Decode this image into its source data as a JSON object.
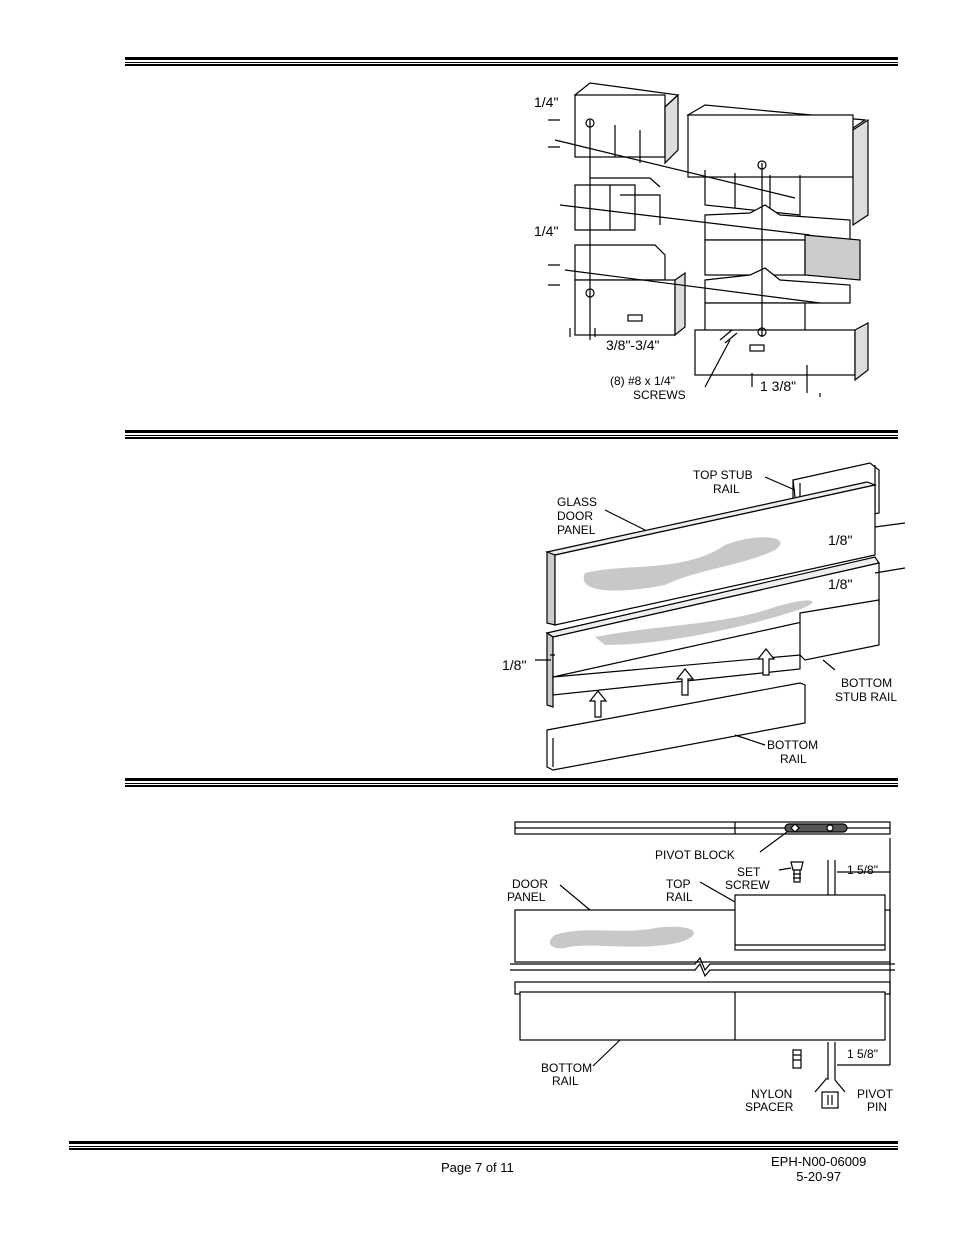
{
  "figure1": {
    "dim_quarter_top": "1/4\"",
    "dim_quarter_mid": "1/4\"",
    "dim_range": "3/8\"-3/4\"",
    "dim_one_three_eighths": "1 3/8\"",
    "screws_line1": "(8) #8 x 1/4\"",
    "screws_line2": "SCREWS"
  },
  "figure2": {
    "top_stub_rail_l1": "TOP STUB",
    "top_stub_rail_l2": "RAIL",
    "glass_l1": "GLASS",
    "glass_l2": "DOOR",
    "glass_l3": "PANEL",
    "dim_a": "1/8\"",
    "dim_b": "1/8\"",
    "dim_c": "1/8\"",
    "bottom_stub_rail_l1": "BOTTOM",
    "bottom_stub_rail_l2": "STUB RAIL",
    "bottom_rail_l1": "BOTTOM",
    "bottom_rail_l2": "RAIL"
  },
  "figure3": {
    "pivot_block": "PIVOT BLOCK",
    "set_screw_l1": "SET",
    "set_screw_l2": "SCREW",
    "dim_top": "1 5/8\"",
    "door_panel_l1": "DOOR",
    "door_panel_l2": "PANEL",
    "top_rail_l1": "TOP",
    "top_rail_l2": "RAIL",
    "bottom_rail_l1": "BOTTOM",
    "bottom_rail_l2": "RAIL",
    "dim_bottom": "1 5/8\"",
    "nylon_spacer_l1": "NYLON",
    "nylon_spacer_l2": "SPACER",
    "pivot_pin_l1": "PIVOT",
    "pivot_pin_l2": "PIN"
  },
  "footer": {
    "page": "Page 7 of 11",
    "doc_number": "EPH-N00-06009",
    "date": "5-20-97"
  }
}
